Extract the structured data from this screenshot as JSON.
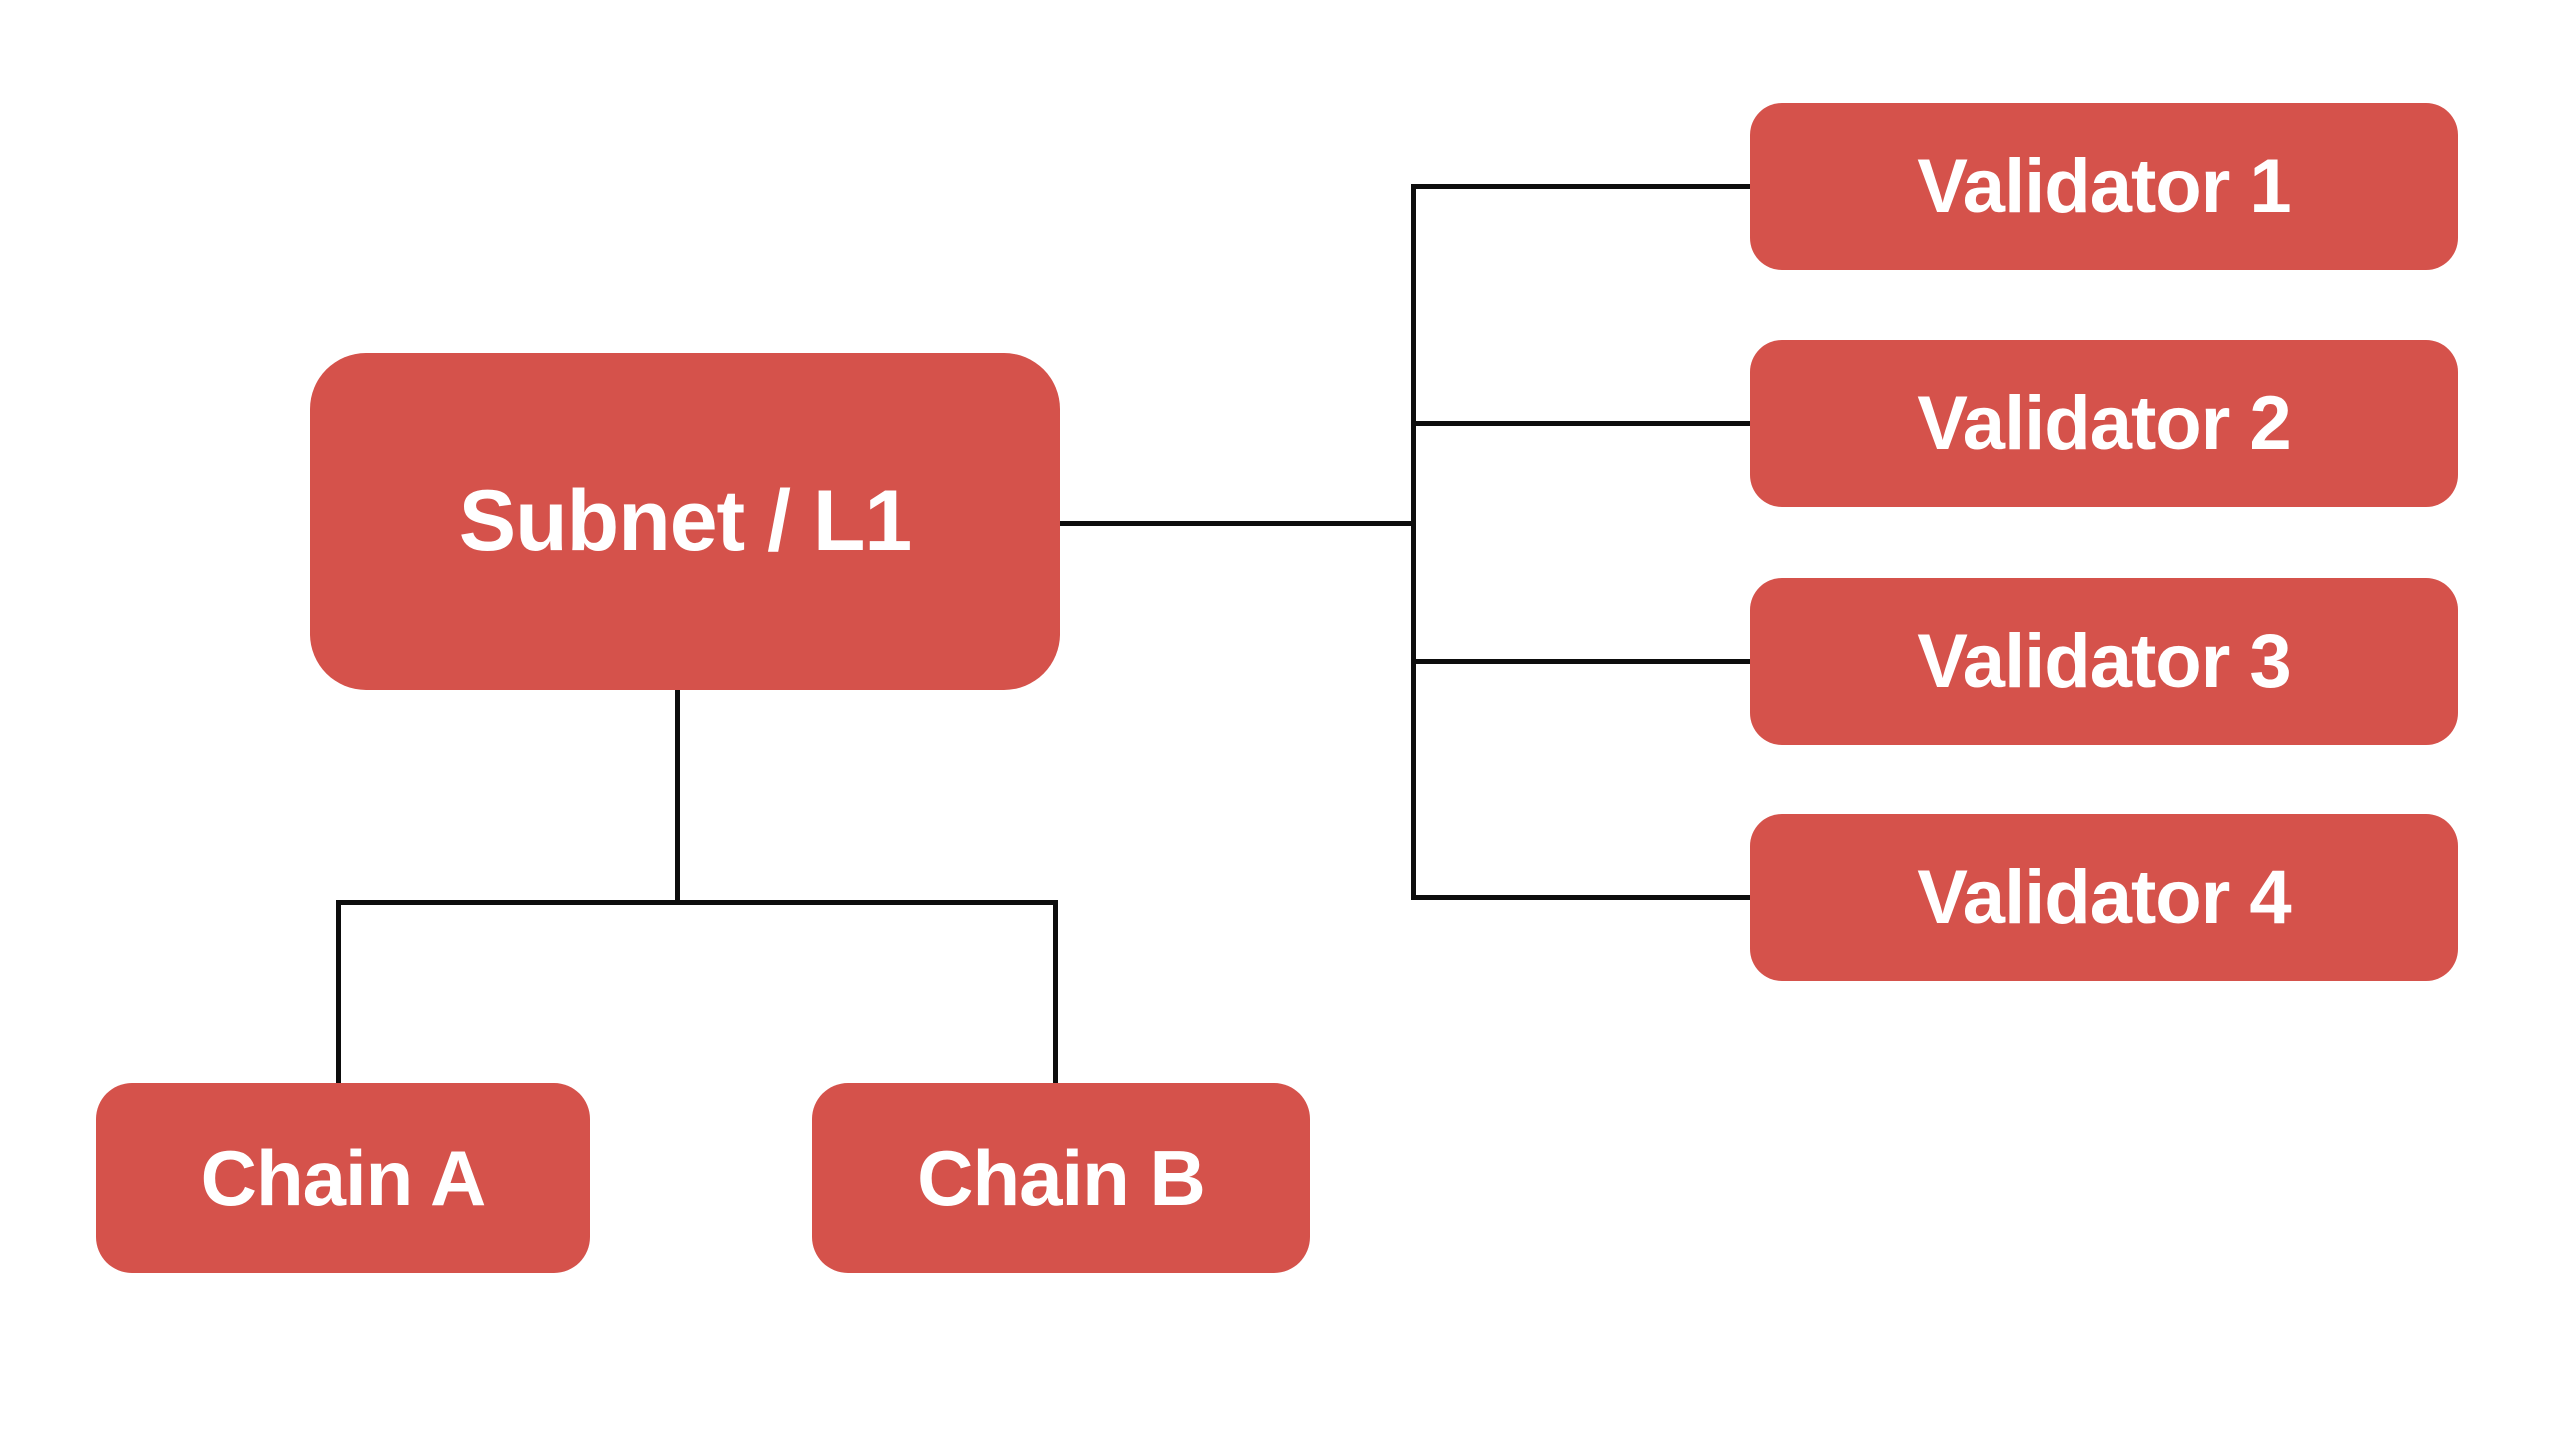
{
  "diagram": {
    "background_color": "#FFFFFF",
    "connector_color": "#0D0D0D",
    "node_fill_color": "#D5524B",
    "node_text_color": "#FFFFFF",
    "nodes": {
      "subnet": {
        "label": "Subnet / L1"
      },
      "validator1": {
        "label": "Validator 1"
      },
      "validator2": {
        "label": "Validator 2"
      },
      "validator3": {
        "label": "Validator 3"
      },
      "validator4": {
        "label": "Validator 4"
      },
      "chain_a": {
        "label": "Chain A"
      },
      "chain_b": {
        "label": "Chain B"
      }
    },
    "edges": [
      {
        "from": "Subnet / L1",
        "to": "Validator 1"
      },
      {
        "from": "Subnet / L1",
        "to": "Validator 2"
      },
      {
        "from": "Subnet / L1",
        "to": "Validator 3"
      },
      {
        "from": "Subnet / L1",
        "to": "Validator 4"
      },
      {
        "from": "Subnet / L1",
        "to": "Chain A"
      },
      {
        "from": "Subnet / L1",
        "to": "Chain B"
      }
    ]
  }
}
